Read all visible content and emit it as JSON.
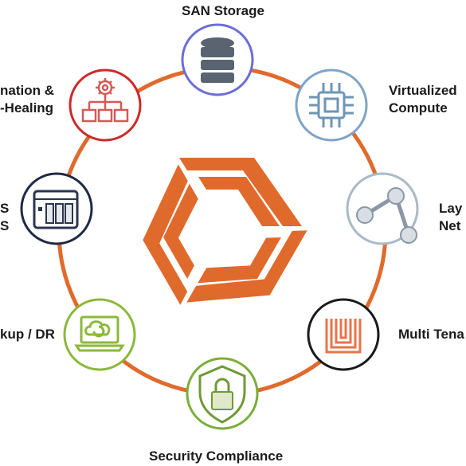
{
  "diagram": {
    "accent_color": "#e06a2c",
    "nodes": [
      {
        "id": "san-storage",
        "label": "SAN Storage",
        "icon": "database-icon",
        "color": "#6b6ed6"
      },
      {
        "id": "virtualized-compute",
        "label": "Virtualized\nCompute",
        "icon": "cpu-chip-icon",
        "color": "#7fa4c4"
      },
      {
        "id": "layer-network",
        "label": "Lay\nNet",
        "icon": "network-nodes-icon",
        "color": "#a9b9c7"
      },
      {
        "id": "multi-tenancy",
        "label": "Multi Tena",
        "icon": "nested-tenants-icon",
        "color": "#1a1a1a"
      },
      {
        "id": "security-compliance",
        "label": "Security Compliance",
        "icon": "shield-lock-icon",
        "color": "#7bae3a"
      },
      {
        "id": "backup-dr",
        "label": "kup / DR",
        "icon": "cloud-laptop-icon",
        "color": "#8cb83a"
      },
      {
        "id": "nas",
        "label": "S\nS",
        "icon": "nas-device-icon",
        "color": "#1e2a44"
      },
      {
        "id": "automation-self-healing",
        "label": "nation &\n-Healing",
        "icon": "gear-workflow-icon",
        "color": "#cc2a2a"
      }
    ]
  }
}
